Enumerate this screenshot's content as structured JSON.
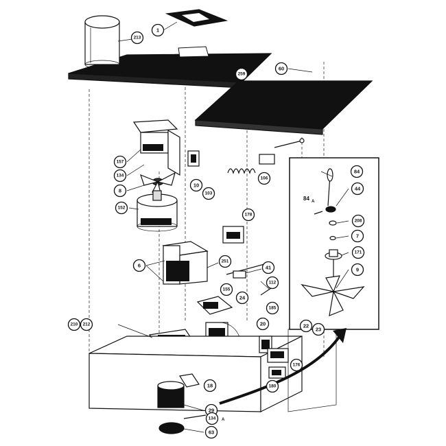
{
  "diagram": {
    "callouts": [
      {
        "id": "c-1",
        "label": "1"
      },
      {
        "id": "c-213",
        "label": "213"
      },
      {
        "id": "c-259",
        "label": "259"
      },
      {
        "id": "c-60",
        "label": "60"
      },
      {
        "id": "c-157",
        "label": "157"
      },
      {
        "id": "c-134",
        "label": "134"
      },
      {
        "id": "c-8",
        "label": "8"
      },
      {
        "id": "c-152",
        "label": "152"
      },
      {
        "id": "c-10",
        "label": "10"
      },
      {
        "id": "c-106",
        "label": "106"
      },
      {
        "id": "c-103",
        "label": "103"
      },
      {
        "id": "c-178",
        "label": "178"
      },
      {
        "id": "c-6",
        "label": "6"
      },
      {
        "id": "c-251",
        "label": "251"
      },
      {
        "id": "c-41",
        "label": "41"
      },
      {
        "id": "c-112",
        "label": "112"
      },
      {
        "id": "c-185",
        "label": "185"
      },
      {
        "id": "c-24",
        "label": "24"
      },
      {
        "id": "c-155",
        "label": "155"
      },
      {
        "id": "c-210",
        "label": "210"
      },
      {
        "id": "c-212",
        "label": "212"
      },
      {
        "id": "c-18",
        "label": "18"
      },
      {
        "id": "c-29",
        "label": "29"
      },
      {
        "id": "c-63",
        "label": "63"
      },
      {
        "id": "c-134a",
        "label": "134"
      },
      {
        "id": "c-22",
        "label": "22"
      },
      {
        "id": "c-23",
        "label": "23"
      },
      {
        "id": "c-176",
        "label": "176"
      },
      {
        "id": "c-180",
        "label": "180"
      },
      {
        "id": "c-84",
        "label": "84"
      },
      {
        "id": "c-44",
        "label": "44"
      },
      {
        "id": "c-208",
        "label": "208"
      },
      {
        "id": "c-7",
        "label": "7"
      },
      {
        "id": "c-171",
        "label": "171"
      },
      {
        "id": "c-9",
        "label": "9"
      },
      {
        "id": "c-20",
        "label": "20"
      }
    ],
    "free_labels": [
      {
        "id": "l-84a",
        "label": "84"
      },
      {
        "id": "l-84a-suffix",
        "label": "A"
      },
      {
        "id": "l-134a-suffix",
        "label": "A"
      }
    ]
  }
}
